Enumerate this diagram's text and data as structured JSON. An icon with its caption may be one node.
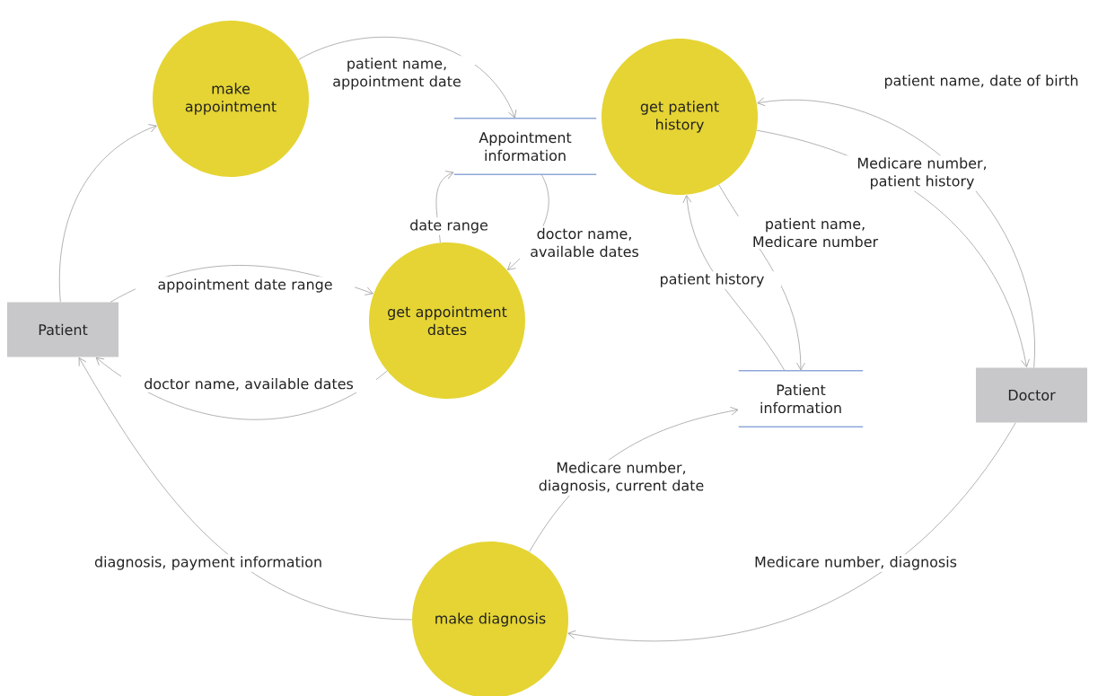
{
  "diagram": {
    "nodes": [
      {
        "text": [
          "Patient"
        ]
      },
      {
        "text": [
          "make appointment"
        ]
      },
      {
        "text": [
          "Appointment information"
        ]
      },
      {
        "text": [
          "get patient history"
        ]
      },
      {
        "text": [
          "get appointment dates"
        ]
      },
      {
        "text": [
          "Patient information"
        ]
      },
      {
        "text": [
          "Doctor"
        ]
      },
      {
        "text": [
          "make diagnosis"
        ]
      }
    ],
    "edges": [
      {
        "from": 0,
        "to": 1,
        "arrow": "to"
      },
      {
        "from": 1,
        "to": 2,
        "arrow": "to",
        "label": "patient name, appointment date"
      },
      {
        "from": 0,
        "to": 4,
        "arrow": "to",
        "label": "appointment date range"
      },
      {
        "from": 4,
        "to": 2,
        "arrow": "to",
        "label": "date range"
      },
      {
        "from": 2,
        "to": 4,
        "arrow": "to",
        "label": "doctor name, available dates"
      },
      {
        "from": 4,
        "to": 0,
        "arrow": "to",
        "label": "doctor name, available dates"
      },
      {
        "from": 6,
        "to": 3,
        "arrow": "to",
        "label": "patient name, date of birth"
      },
      {
        "from": 3,
        "to": 6,
        "arrow": "to",
        "label": "Medicare number, patient history"
      },
      {
        "from": 3,
        "to": 5,
        "arrow": "to",
        "label": "patient name, Medicare number"
      },
      {
        "from": 5,
        "to": 3,
        "arrow": "to",
        "label": "patient history"
      },
      {
        "from": 7,
        "to": 5,
        "arrow": "to",
        "label": "Medicare number, diagnosis, current date"
      },
      {
        "from": 6,
        "to": 7,
        "arrow": "to",
        "label": "Medicare number, diagnosis"
      },
      {
        "from": 7,
        "to": 0,
        "arrow": "to",
        "label": "diagnosis, payment information"
      }
    ]
  }
}
